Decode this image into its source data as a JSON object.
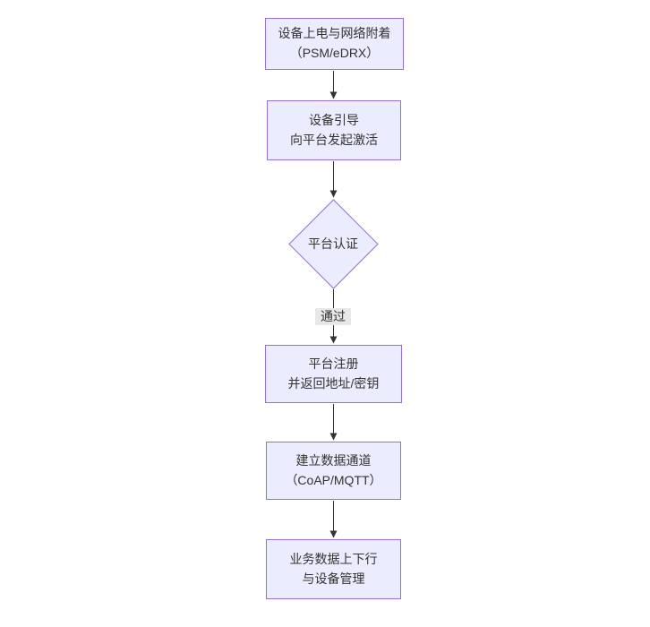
{
  "diagram": {
    "type": "flowchart",
    "direction": "top-down",
    "colors": {
      "node_fill": "#ECECFF",
      "node_border": "#9370DB",
      "text": "#333333",
      "arrow": "#333333",
      "edge_label_bg": "#e8e8e8",
      "background": "#ffffff"
    },
    "nodes": [
      {
        "id": "n1",
        "shape": "rect",
        "lines": [
          "设备上电与网络附着",
          "（PSM/eDRX）"
        ]
      },
      {
        "id": "n2",
        "shape": "rect",
        "lines": [
          "设备引导",
          "向平台发起激活"
        ]
      },
      {
        "id": "n3",
        "shape": "diamond",
        "lines": [
          "平台认证"
        ]
      },
      {
        "id": "n4",
        "shape": "rect",
        "lines": [
          "平台注册",
          "并返回地址/密钥"
        ]
      },
      {
        "id": "n5",
        "shape": "rect",
        "lines": [
          "建立数据通道",
          "（CoAP/MQTT）"
        ]
      },
      {
        "id": "n6",
        "shape": "rect",
        "lines": [
          "业务数据上下行",
          "与设备管理"
        ]
      }
    ],
    "edges": [
      {
        "from": "n1",
        "to": "n2",
        "label": ""
      },
      {
        "from": "n2",
        "to": "n3",
        "label": ""
      },
      {
        "from": "n3",
        "to": "n4",
        "label": "通过"
      },
      {
        "from": "n4",
        "to": "n5",
        "label": ""
      },
      {
        "from": "n5",
        "to": "n6",
        "label": ""
      }
    ]
  }
}
